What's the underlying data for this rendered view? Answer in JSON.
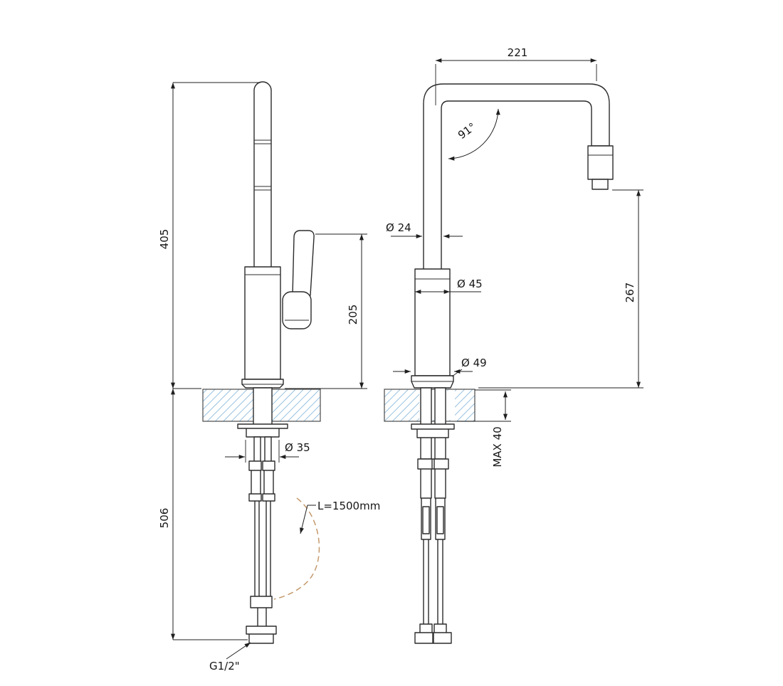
{
  "drawing": {
    "subject": "Kitchen mixer tap dimensional drawing, side and front views with installation hoses",
    "labels": {
      "h405": "405",
      "h205": "205",
      "d506": "506",
      "w221": "221",
      "a91": "91°",
      "d24": "Ø 24",
      "d45": "Ø 45",
      "d49": "Ø 49",
      "h267": "267",
      "max40": "MAX 40",
      "d35": "Ø 35",
      "hose": "L=1500mm",
      "thread": "G1/2\""
    },
    "colors": {
      "line": "#2b2b2b",
      "dimension": "#1f1f1f",
      "hatch": "#7fb3d9",
      "hose_dash": "#c49a6c",
      "background": "#ffffff"
    }
  }
}
